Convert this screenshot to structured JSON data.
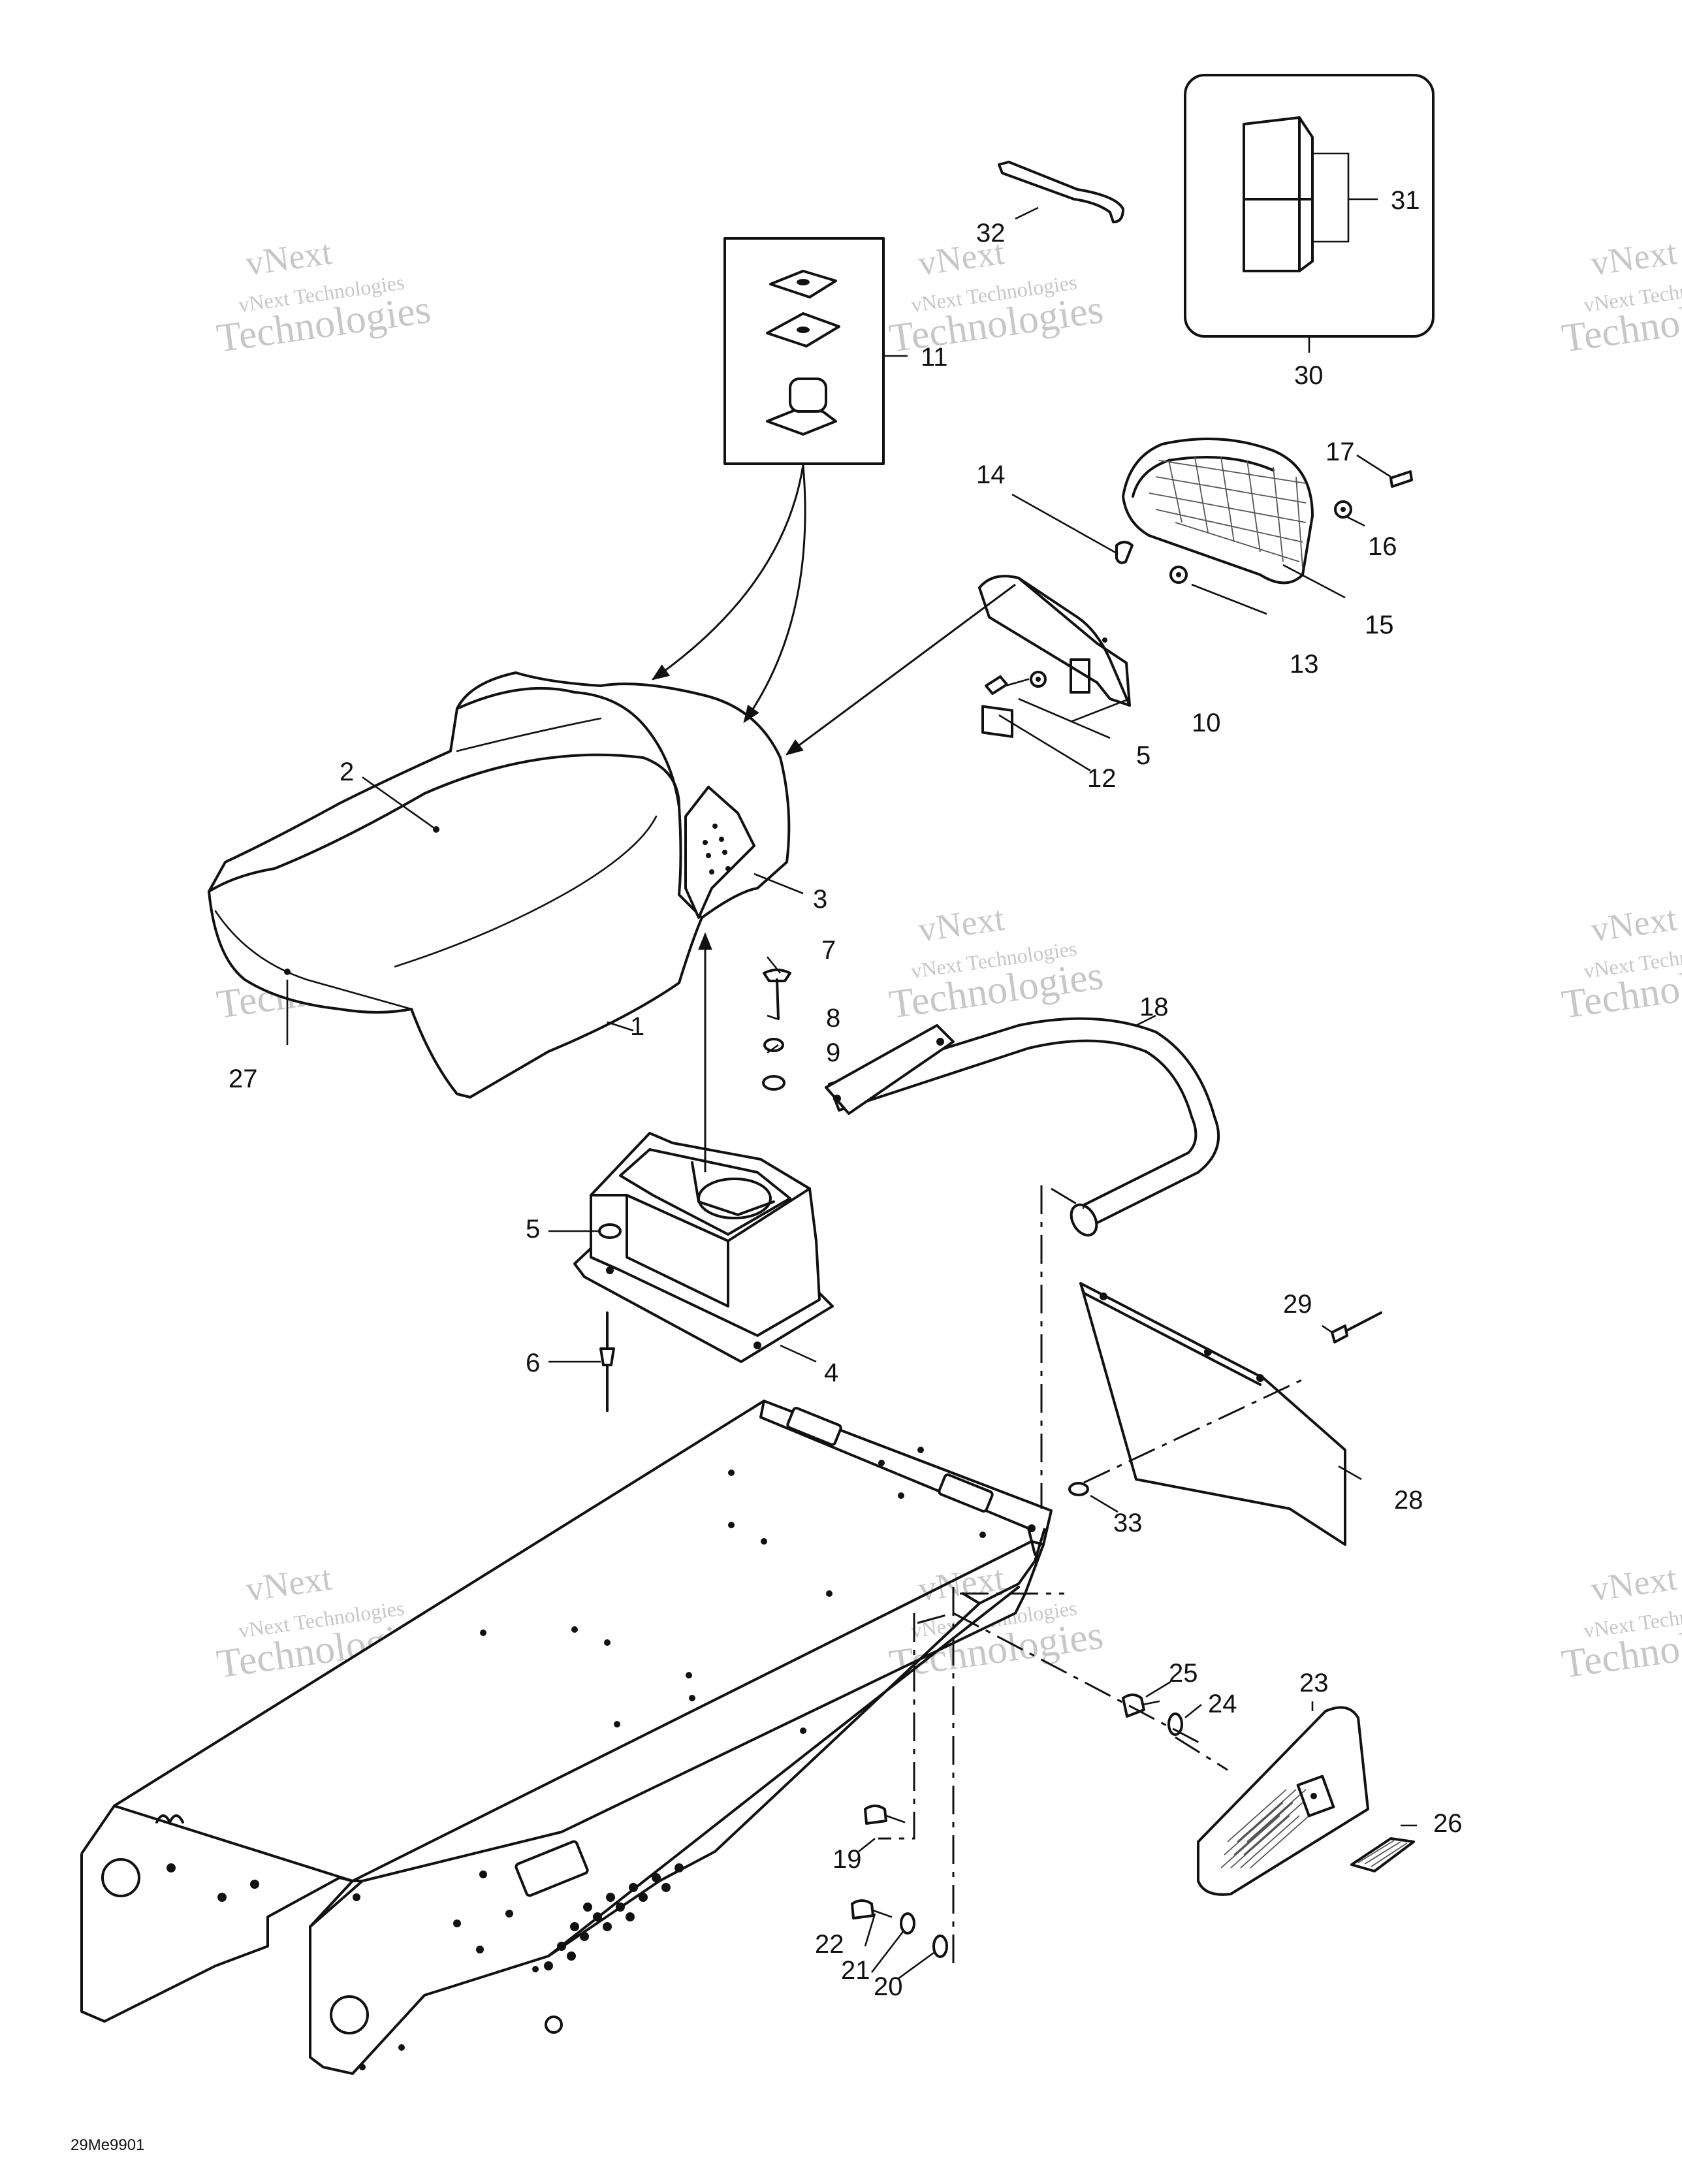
{
  "drawing_code": "29Me9901",
  "watermark": {
    "line1": "vNext",
    "line2": "vNext Technologies",
    "line3": "Technologies"
  },
  "callouts": [
    "1",
    "2",
    "3",
    "4",
    "5",
    "5",
    "6",
    "7",
    "8",
    "9",
    "10",
    "11",
    "12",
    "13",
    "14",
    "15",
    "16",
    "17",
    "18",
    "19",
    "20",
    "21",
    "22",
    "23",
    "24",
    "25",
    "26",
    "27",
    "28",
    "29",
    "30",
    "31",
    "32",
    "33"
  ]
}
